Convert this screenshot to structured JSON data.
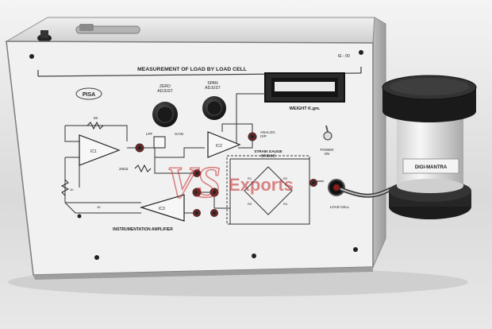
{
  "panel": {
    "title": "MEASUREMENT OF LOAD BY LOAD CELL",
    "model_code": "IE - 00",
    "logo": "PISA",
    "zero_knob_label": "ZERO\nADJUST",
    "span_knob_label": "SPAN\nADJUST",
    "display_label": "WEIGHT  K.gm.",
    "power_label": "POWER\nON",
    "load_cell_label": "LOAD CELL",
    "analog_out_label": "ANALOG\nO/P",
    "bridge_label": "STRAIN GAUGE\nBRIDGE",
    "amp_label": "INSTRUMENTATION AMPLIFIER",
    "lpf_label": "LPF",
    "resistor_top": "5K",
    "resistor_mid": "20KΩ",
    "gain_label": "GAIN",
    "opamp_1": "IC1",
    "opamp_2": "IC2",
    "opamp_3": "IC3",
    "bridge_r1": "R1",
    "bridge_r2": "R2",
    "bridge_r3": "R3",
    "bridge_r4": "R4",
    "r_left": "1K",
    "r_bottom": "1K"
  },
  "load_cell": {
    "label": "DIGI-MANTRA"
  },
  "watermark": {
    "text_vs": "VS",
    "text_exports": "Exports"
  },
  "colors": {
    "panel_face": "#f1f1f1",
    "cabinet_top": "#e6e6e6",
    "display_bg": "#141414",
    "watermark_red": "#c62828"
  }
}
